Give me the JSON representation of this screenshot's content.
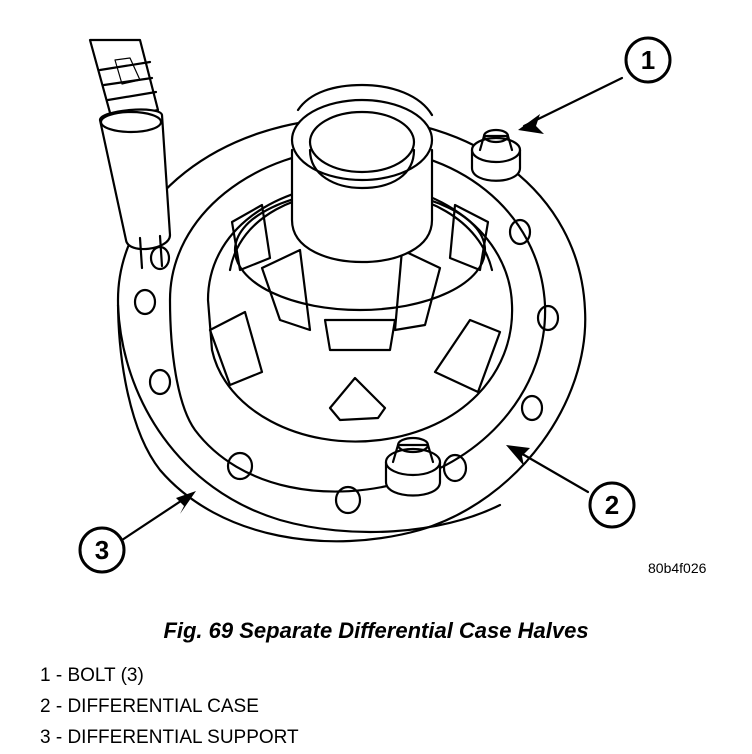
{
  "figure": {
    "code": "80b4f026",
    "caption": "Fig. 69 Separate Differential Case Halves",
    "callouts": [
      "1",
      "2",
      "3"
    ],
    "legend": [
      "1 - BOLT (3)",
      "2 - DIFFERENTIAL CASE",
      "3 - DIFFERENTIAL SUPPORT"
    ]
  }
}
